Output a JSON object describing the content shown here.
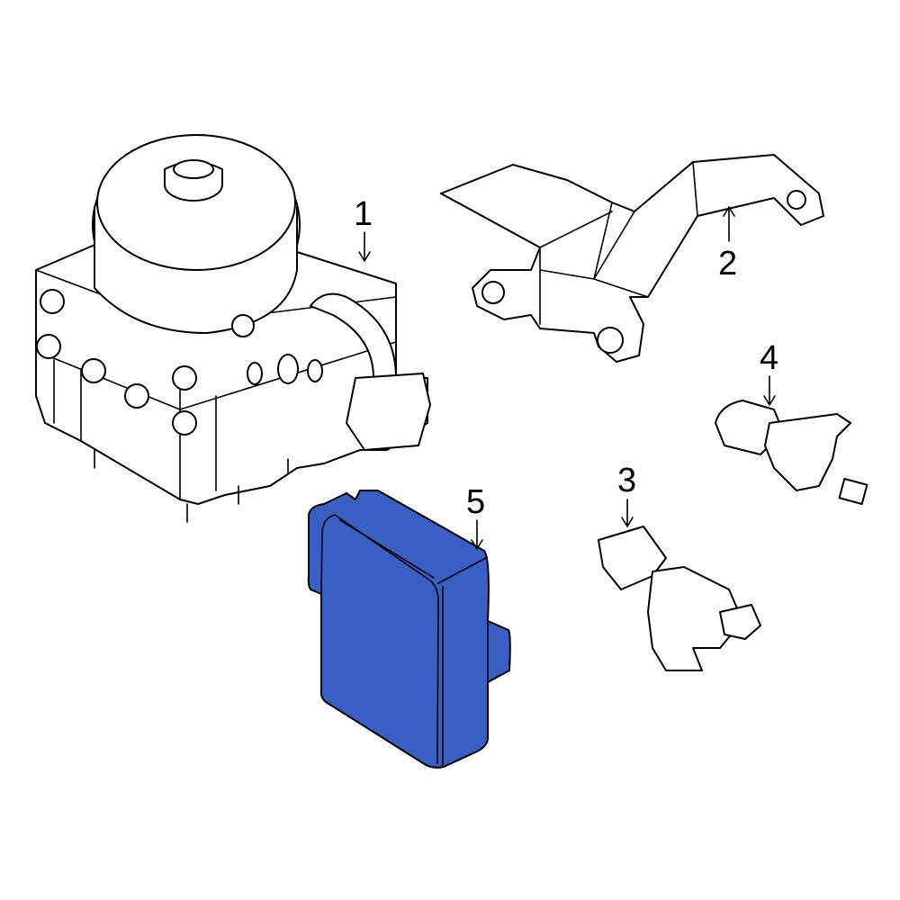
{
  "highlight_color": "#3a5fc4",
  "callouts": [
    {
      "number": "1",
      "part": "abs-hydraulic-unit"
    },
    {
      "number": "2",
      "part": "mounting-bracket"
    },
    {
      "number": "3",
      "part": "wheel-speed-sensor"
    },
    {
      "number": "4",
      "part": "wheel-speed-sensor"
    },
    {
      "number": "5",
      "part": "control-module",
      "highlighted": true
    }
  ]
}
